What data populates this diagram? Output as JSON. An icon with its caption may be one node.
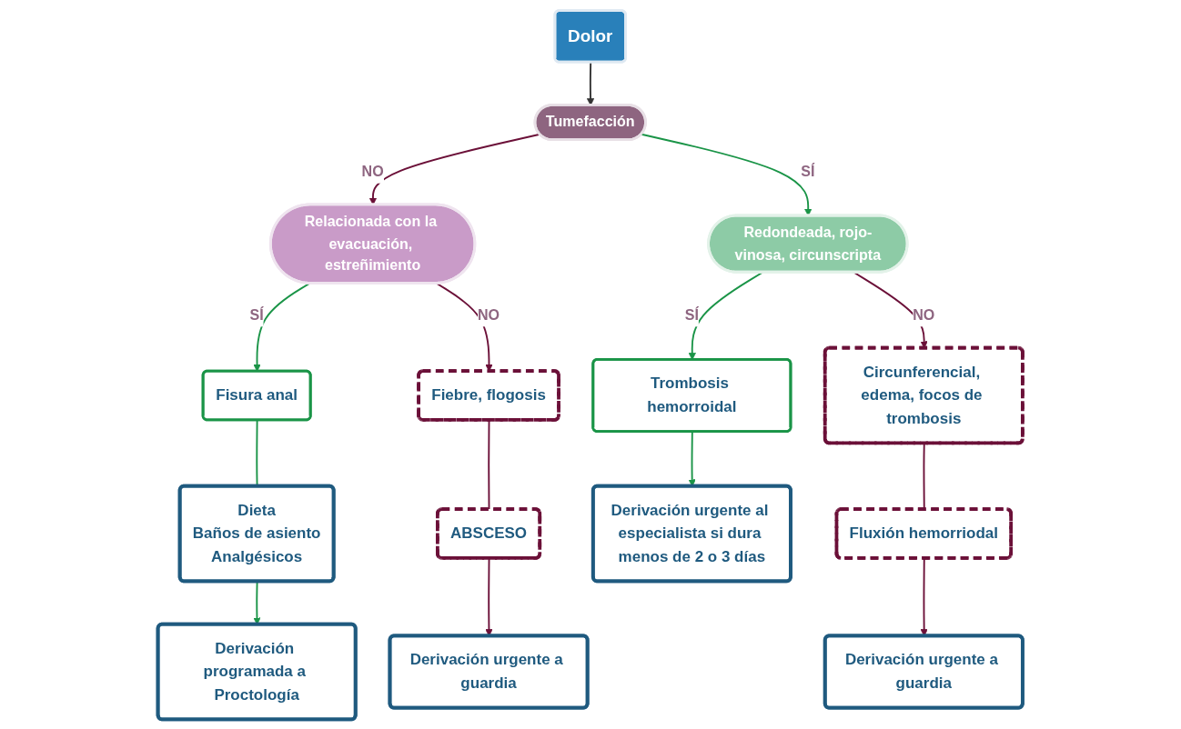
{
  "diagram": {
    "nodes": [
      {
        "text": [
          "Dolor"
        ]
      },
      {
        "text": [
          "Tumefacción"
        ]
      },
      {
        "text": [
          "Relacionada con la evacuación, estreñimiento"
        ]
      },
      {
        "text": [
          "Redondeada, rojo-vinosa, circunscripta"
        ]
      },
      {
        "text": [
          "Fisura anal"
        ]
      },
      {
        "text": [
          "Dieta",
          "Baños de asiento",
          "Analgésicos"
        ]
      },
      {
        "text": [
          "Derivación programada a Proctología"
        ]
      },
      {
        "text": [
          "Fiebre, flogosis"
        ]
      },
      {
        "text": [
          "ABSCESO"
        ]
      },
      {
        "text": [
          "Derivación urgente a guardia"
        ]
      },
      {
        "text": [
          "Trombosis hemorroidal"
        ]
      },
      {
        "text": [
          "Derivación urgente al especialista si dura menos de 2 o 3 días"
        ]
      },
      {
        "text": [
          "Circunferencial, edema, focos de trombosis"
        ]
      },
      {
        "text": [
          "Fluxión hemorriodal"
        ]
      },
      {
        "text": [
          "Derivación urgente a guardia"
        ]
      }
    ],
    "edges": [
      {
        "from": 0,
        "to": 1,
        "arrow": "to",
        "color": "#333333"
      },
      {
        "from": 1,
        "to": 2,
        "arrow": "to",
        "label": "NO",
        "color": "#6b1038"
      },
      {
        "from": 1,
        "to": 3,
        "arrow": "to",
        "label": "SÍ",
        "color": "#1a9447"
      },
      {
        "from": 2,
        "to": 4,
        "arrow": "to",
        "label": "SÍ",
        "color": "#1a9447"
      },
      {
        "from": 2,
        "to": 7,
        "arrow": "to",
        "label": "NO",
        "color": "#6b1038"
      },
      {
        "from": 3,
        "to": 10,
        "arrow": "to",
        "label": "SÍ",
        "color": "#1a9447"
      },
      {
        "from": 3,
        "to": 12,
        "arrow": "to",
        "label": "NO",
        "color": "#6b1038"
      },
      {
        "from": 4,
        "to": 5,
        "arrow": "none",
        "color": "#1a9447"
      },
      {
        "from": 5,
        "to": 6,
        "arrow": "to",
        "color": "#1a9447"
      },
      {
        "from": 7,
        "to": 8,
        "arrow": "none",
        "color": "#6b1038"
      },
      {
        "from": 8,
        "to": 9,
        "arrow": "to",
        "color": "#6b1038"
      },
      {
        "from": 10,
        "to": 11,
        "arrow": "to",
        "color": "#1a9447"
      },
      {
        "from": 12,
        "to": 13,
        "arrow": "none",
        "color": "#6b1038"
      },
      {
        "from": 13,
        "to": 14,
        "arrow": "to",
        "color": "#6b1038"
      }
    ]
  }
}
